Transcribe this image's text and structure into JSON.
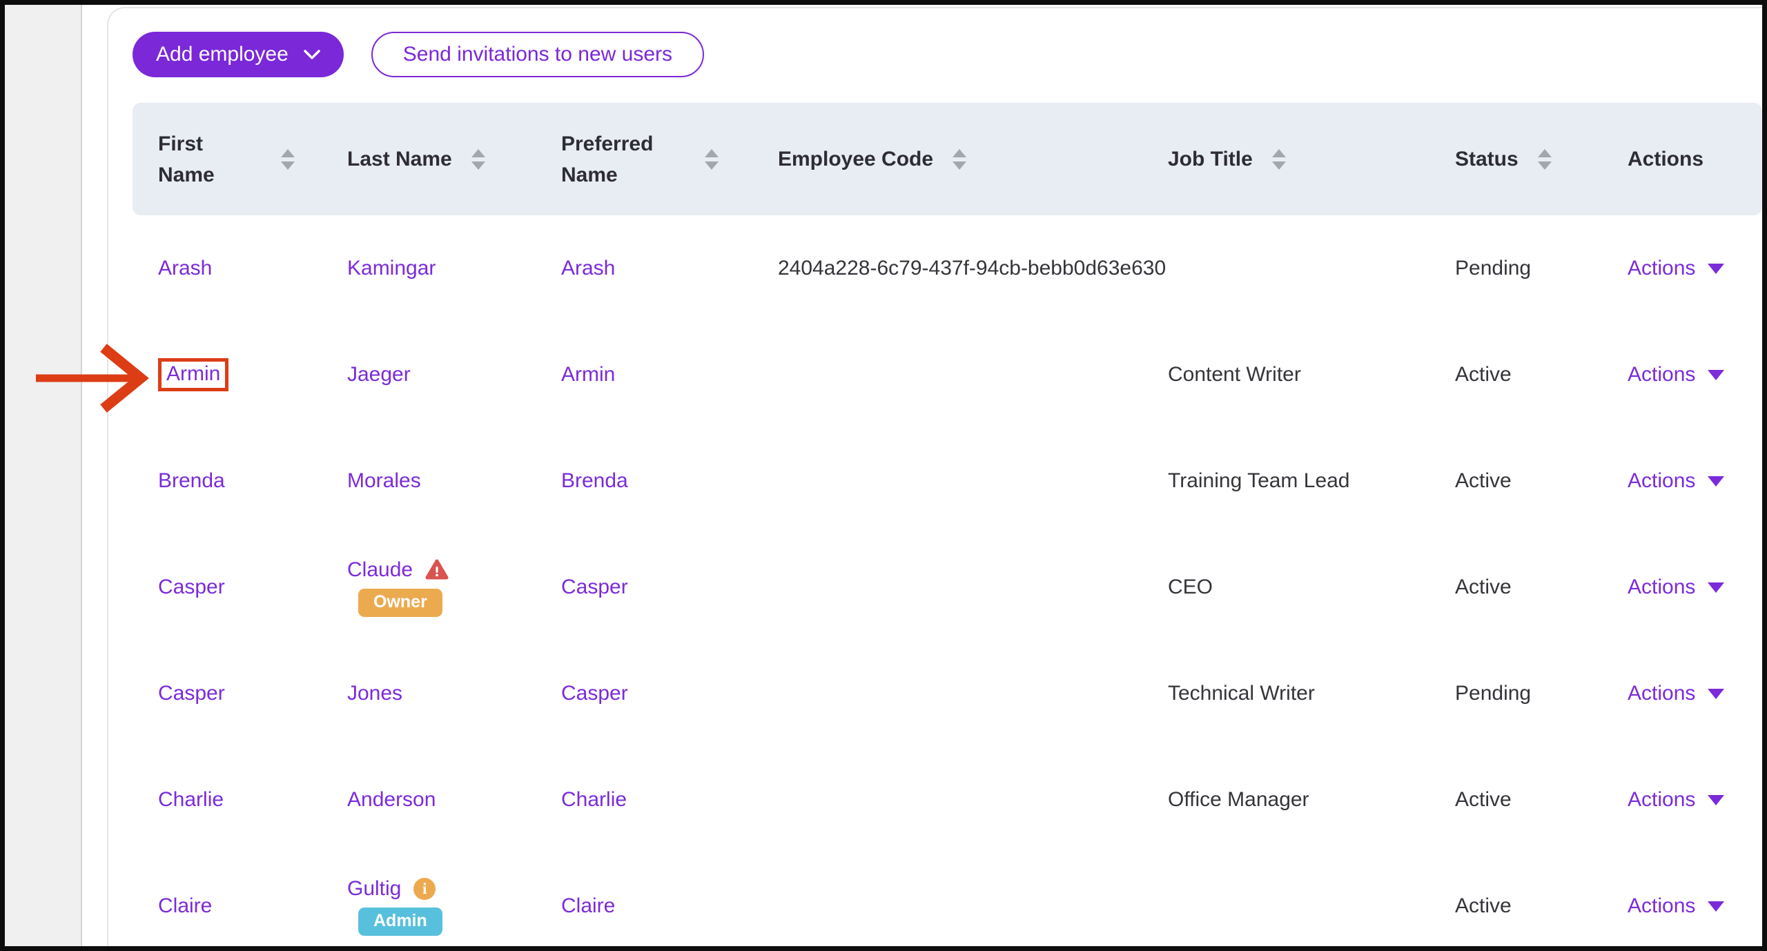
{
  "toolbar": {
    "add_employee": "Add employee",
    "send_invitations": "Send invitations to new users"
  },
  "table": {
    "columns": [
      {
        "label": "First Name",
        "sortable": true
      },
      {
        "label": "Last Name",
        "sortable": true
      },
      {
        "label": "Preferred Name",
        "sortable": true
      },
      {
        "label": "Employee Code",
        "sortable": true
      },
      {
        "label": "Job Title",
        "sortable": true
      },
      {
        "label": "Status",
        "sortable": true
      },
      {
        "label": "Actions",
        "sortable": false
      }
    ],
    "actions_label": "Actions",
    "rows": [
      {
        "first_name": "Arash",
        "last_name": "Kamingar",
        "preferred_name": "Arash",
        "employee_code": "2404a228-6c79-437f-94cb-bebb0d63e630",
        "job_title": "",
        "status": "Pending"
      },
      {
        "first_name": "Armin",
        "last_name": "Jaeger",
        "preferred_name": "Armin",
        "employee_code": "",
        "job_title": "Content Writer",
        "status": "Active"
      },
      {
        "first_name": "Brenda",
        "last_name": "Morales",
        "preferred_name": "Brenda",
        "employee_code": "",
        "job_title": "Training Team Lead",
        "status": "Active"
      },
      {
        "first_name": "Casper",
        "last_name": "Claude",
        "preferred_name": "Casper",
        "employee_code": "",
        "job_title": "CEO",
        "status": "Active",
        "role_badge": "Owner",
        "warning_icon": "warning-triangle"
      },
      {
        "first_name": "Casper",
        "last_name": "Jones",
        "preferred_name": "Casper",
        "employee_code": "",
        "job_title": "Technical Writer",
        "status": "Pending"
      },
      {
        "first_name": "Charlie",
        "last_name": "Anderson",
        "preferred_name": "Charlie",
        "employee_code": "",
        "job_title": "Office Manager",
        "status": "Active"
      },
      {
        "first_name": "Claire",
        "last_name": "Gultig",
        "preferred_name": "Claire",
        "employee_code": "",
        "job_title": "",
        "status": "Active",
        "role_badge": "Admin",
        "info_icon": "info-circle"
      }
    ]
  },
  "annotation": {
    "highlighted_text": "Armin",
    "arrow_color": "#dc3d15",
    "box_color": "#dc3d15"
  },
  "colors": {
    "accent_purple": "#7a28d8",
    "link_purple": "#7b2bd9",
    "header_bg": "#e8ecf3",
    "owner_badge": "#ecaa4f",
    "admin_badge": "#57c0dc",
    "warning_icon": "#d9534f",
    "info_icon": "#eda94e",
    "annotation_red": "#dc3d15",
    "body_text": "#35343a"
  }
}
